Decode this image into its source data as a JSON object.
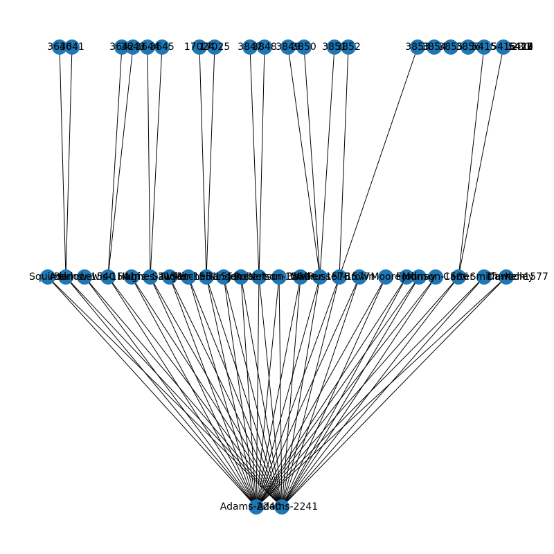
{
  "colors": {
    "node": "#1f77b4",
    "edge": "#000000",
    "label": "#000000",
    "background": "#ffffff"
  },
  "graph": {
    "layout": "layered-tree",
    "levels": {
      "top": [
        "3640",
        "3641",
        "3642",
        "3643",
        "3644",
        "3645",
        "17024",
        "17025",
        "3847",
        "3848",
        "3849",
        "3850",
        "3851",
        "3852",
        "3853",
        "3854",
        "3855",
        "3856",
        "5415",
        "5416",
        "5417",
        "5418",
        "5419",
        "5420",
        "5421",
        "5422"
      ],
      "middle": [
        "Squirrel",
        "Adams",
        "Barlow",
        "Lewis",
        "Harris",
        "Hughes",
        "Sawyer",
        "Tucker",
        "Mitchell",
        "Hansen",
        "Jones",
        "Robertson",
        "Nelson",
        "Baker",
        "Walker",
        "Russell",
        "Brown",
        "Moore",
        "Ford",
        "Murray",
        "Johnson",
        "Carter",
        "Smith",
        "Dawson",
        "Kelley",
        "Turner"
      ],
      "bottom": [
        "Adams-2240",
        "Adams-2241"
      ]
    },
    "label_lines": {
      "top": [
        "3640",
        "3641",
        "3642",
        "3643",
        "3644",
        "3645",
        "17024",
        "17025",
        "3847",
        "3848",
        "3849",
        "3850",
        "3851",
        "3852",
        "3853",
        "3854",
        "3855",
        "3856",
        "5415",
        "5416",
        "5417",
        "5418",
        "5419",
        "5420",
        "5421",
        "5422",
        "280"
      ],
      "middle": [
        "Squirrel",
        "Adams",
        "Barlow-1540",
        "Lewis-1541",
        "Harris",
        "Hughes-2155",
        "Sawyer",
        "Tucker-1551",
        "Mitchell-1552",
        "Hansen",
        "Jones",
        "Robertson",
        "Nelson-1560",
        "Baker",
        "Walker-1576",
        "Russell-1577",
        "Brown",
        "Moore",
        "Ford",
        "Murray",
        "Johnson-1586",
        "Carter",
        "Smith",
        "Dawson",
        "Kelley",
        "Turner-1577"
      ],
      "bottom": [
        "Adams-2240",
        "Adams-2241"
      ]
    },
    "edges_top_to_middle": [
      [
        "3640",
        "Adams"
      ],
      [
        "3641",
        "Adams"
      ],
      [
        "3642",
        "Lewis"
      ],
      [
        "3643",
        "Lewis"
      ],
      [
        "3644",
        "Hughes"
      ],
      [
        "3645",
        "Hughes"
      ],
      [
        "17024",
        "Mitchell"
      ],
      [
        "17025",
        "Mitchell"
      ],
      [
        "3847",
        "Robertson"
      ],
      [
        "3848",
        "Robertson"
      ],
      [
        "3849",
        "Walker"
      ],
      [
        "3850",
        "Walker"
      ],
      [
        "3851",
        "Walker"
      ],
      [
        "3852",
        "Russell"
      ],
      [
        "3853",
        "Russell"
      ],
      [
        "5415",
        "Carter"
      ],
      [
        "5416",
        "Carter"
      ],
      [
        "5417",
        "Carter"
      ],
      [
        "5418",
        "Smith"
      ],
      [
        "5419",
        "Smith"
      ],
      [
        "5420",
        "Dawson"
      ],
      [
        "5421",
        "Dawson"
      ]
    ]
  }
}
